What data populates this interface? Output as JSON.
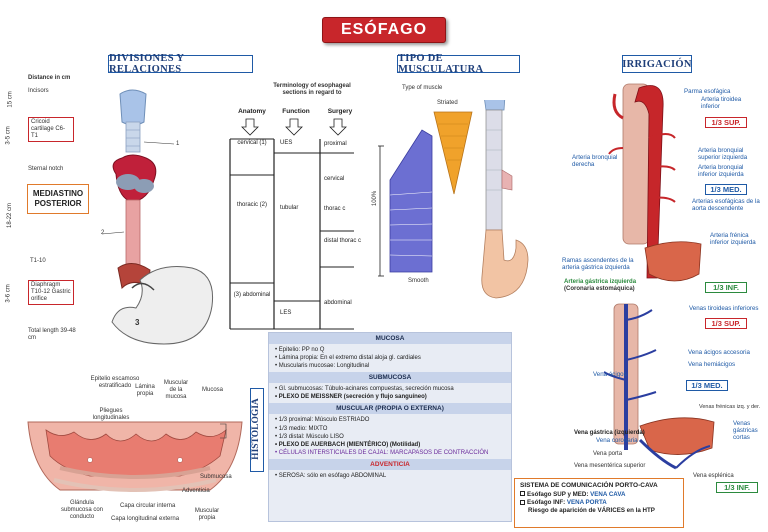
{
  "title": "ESÓFAGO",
  "sections": {
    "divisiones": "DIVISIONES Y RELACIONES",
    "musculatura": "TIPO DE MUSCULATURA",
    "irrigacion": "IRRIGACIÓN",
    "histologia": "HISTOLOGIA"
  },
  "divisiones": {
    "distance": "Distance in cm",
    "incisors": "Incisors",
    "cricoid": "Cricoid cartilage C6-T1",
    "sternal": "Sternal notch",
    "mediastino": "MEDIASTINO POSTERIOR",
    "t1t10": "T1-10",
    "diaphragm": "Diaphragm T10-12 Gastric orifice",
    "total": "Total length 39-48 cm",
    "cm1": "15 cm",
    "cm2": "3-5 cm",
    "cm3": "18-22 cm",
    "cm4": "3-6 cm",
    "n1": "1",
    "n2": "2",
    "n3": "3",
    "terminology": "Terminology of esophageal sections in regard to",
    "anatomy": "Anatomy",
    "function": "Function",
    "surgery": "Surgery",
    "cervical1": "cervical (1)",
    "thoracic2": "thoracic (2)",
    "abdominal3": "(3) abdominal",
    "ues": "UES",
    "tubular": "tubular",
    "les": "LES",
    "proximal": "proximal",
    "cervical": "cervical",
    "thoracic": "thorac c",
    "distal": "distal thorac c",
    "abdominal": "abdominal"
  },
  "musculatura": {
    "type": "Type of muscle",
    "striated": "Striated",
    "smooth": "Smooth",
    "pct": "100%"
  },
  "capas": {
    "epitelio": "Epitelio escamoso estratificado",
    "lamina": "Lámina propia",
    "muscular_mucosa": "Muscular de la mucosa",
    "mucosa": "Mucosa",
    "pliegues": "Pliegues longitudinales",
    "submucosa": "Submucosa",
    "adventicia": "Adventicia",
    "glandula": "Glándula submucosa con conducto",
    "capa_int": "Capa circular interna",
    "capa_ext": "Capa longitudinal externa",
    "muscular_propia": "Muscular propia"
  },
  "histologia": {
    "mucosa_h": "MUCOSA",
    "mucosa_items": [
      "Epitelio: PP no Q",
      "Lámina propia: En el extremo distal aloja gl. cardiales",
      "Muscularis mucosae: Longitudinal"
    ],
    "submucosa_h": "SUBMUCOSA",
    "submucosa_items": [
      "Gl. submucosas: Túbulo-acinares compuestas, secreción mucosa",
      "PLEXO DE MEISSNER (secreción y flujo sanguíneo)"
    ],
    "muscular_h": "MUSCULAR (PROPIA O EXTERNA)",
    "muscular_items": [
      "1/3 proximal: Músculo ESTRIADO",
      "1/3 medio: MIXTO",
      "1/3 distal: Músculo LISO",
      "PLEXO DE AUERBACH (MIENTÉRICO) (Motilidad)",
      "CÉLULAS INTERSTICIALES DE CAJAL: MARCAPASOS DE CONTRACCIÓN"
    ],
    "adventicia_h": "ADVENTICIA",
    "adventicia_items": [
      "SEROSA: sólo en esófago ABDOMINAL"
    ]
  },
  "irrigacion": {
    "parma": "Parma esofágica",
    "tiroidea_inf": "Arteria tiroidea inferior",
    "sup": "1/3 SUP.",
    "bronquial_der": "Arteria bronquial derecha",
    "bronquial_sup_izq": "Arteria bronquial superior izquierda",
    "bronquial_inf_izq": "Arteria bronquial inferior izquierda",
    "med": "1/3 MED.",
    "esofagicas_aorta": "Arterias esofágicas de la aorta descendente",
    "frenica": "Arteria frénica inferior izquierda",
    "ramas_gastrica": "Ramas ascendentes de la arteria gástrica izquierda",
    "gastrica_izq": "Arteria gástrica izquierda",
    "coronaria": "(Coronaria estomáquica)",
    "inf": "1/3 INF.",
    "venas_tiroideas": "Venas tiroideas inferiores",
    "v_sup": "1/3 SUP.",
    "acigos_acc": "Vena ácigos accesoria",
    "hemiacigos": "Vena hemiácigos",
    "acigos": "Vena ácigos",
    "v_med": "1/3 MED.",
    "frenicas": "Venas frénicas izq. y der.",
    "gastrica_vena": "Vena gástrica (izquierda)",
    "coronaria_vena": "Vena coronaria",
    "gastricas_cortas": "Venas gástricas cortas",
    "porta": "Vena porta",
    "mesenterica": "Vena mesentérica superior",
    "esplenica": "Vena esplénica",
    "v_inf": "1/3 INF."
  },
  "porto": {
    "title": "SISTEMA DE COMUNICACIÓN PORTO-CAVA",
    "sup_pre": "Esófago SUP y MED: ",
    "sup_val": "VENA CAVA",
    "inf_pre": "Esófago INF: ",
    "inf_val": "VENA PORTA",
    "riesgo": "Riesgo de aparición de VÁRICES en la HTP"
  },
  "colors": {
    "red": "#c8262b",
    "blue": "#1f5aa6",
    "green": "#2b8a3e",
    "orange": "#e07a2b"
  }
}
